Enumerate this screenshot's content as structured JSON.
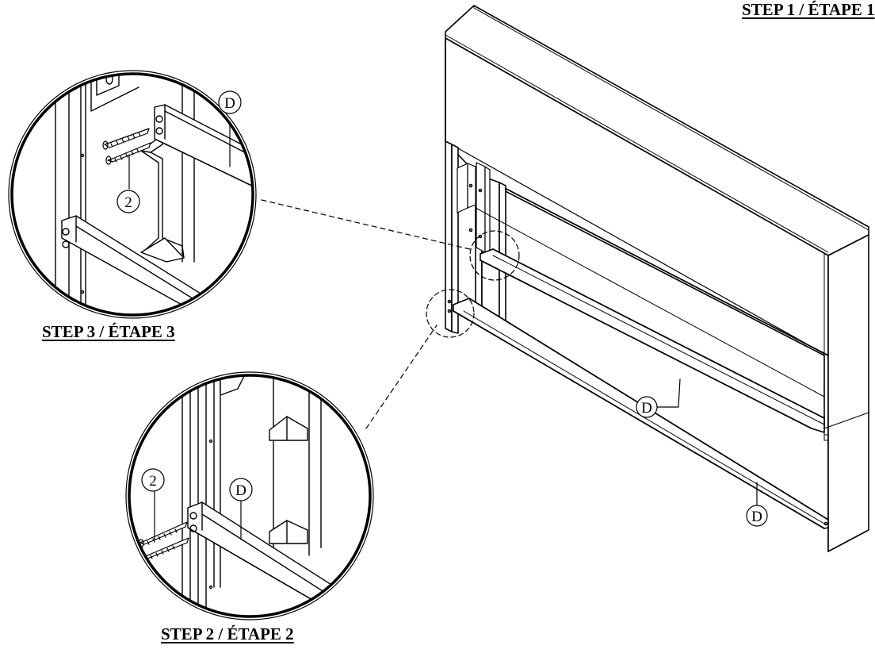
{
  "steps": {
    "step1": "STEP 1 / ÉTAPE 1",
    "step2": "STEP 2 / ÉTAPE 2",
    "step3": "STEP 3 / ÉTAPE 3"
  },
  "callouts": {
    "part_d": "D",
    "screw_2": "2"
  },
  "colors": {
    "ink": "#000000",
    "paper": "#ffffff"
  }
}
